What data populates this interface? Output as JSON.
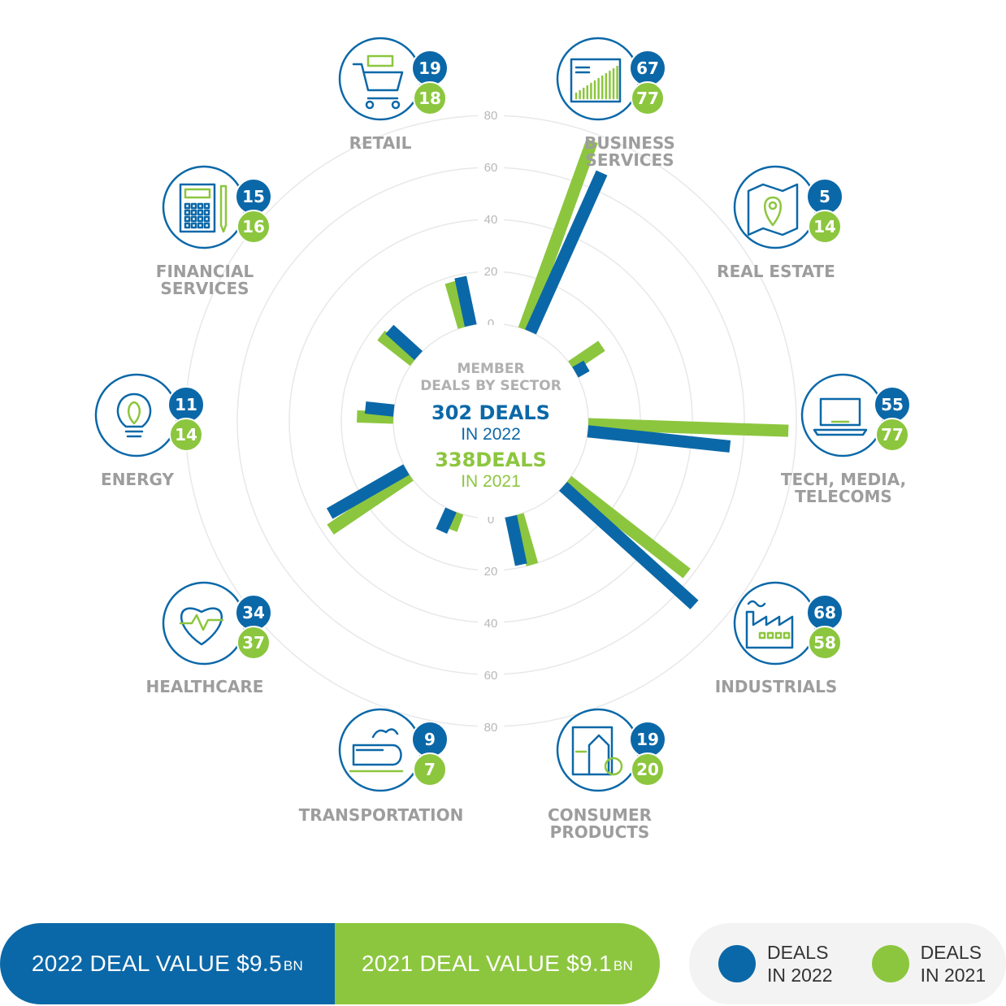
{
  "colors": {
    "y2022": "#0b68a8",
    "y2021": "#8cc63e",
    "label": "#9d9d9d",
    "grid": "#e8e8e8"
  },
  "center": {
    "line1": "MEMBER",
    "line2": "DEALS BY SECTOR",
    "deals_2022": "302 DEALS",
    "in_2022": "IN 2022",
    "deals_2021": "338DEALS",
    "in_2021": "IN 2021"
  },
  "chart_data": {
    "type": "bar",
    "subtype": "radial-grouped-bar",
    "categories": [
      "RETAIL",
      "BUSINESS SERVICES",
      "REAL ESTATE",
      "TECH, MEDIA, TELECOMS",
      "INDUSTRIALS",
      "CONSUMER PRODUCTS",
      "TRANSPORTATION",
      "HEALTHCARE",
      "ENERGY",
      "FINANCIAL SERVICES"
    ],
    "series": [
      {
        "name": "DEALS IN 2022",
        "values": [
          19,
          67,
          5,
          55,
          68,
          19,
          9,
          34,
          11,
          15
        ]
      },
      {
        "name": "DEALS IN 2021",
        "values": [
          18,
          77,
          14,
          77,
          58,
          20,
          7,
          37,
          14,
          16
        ]
      }
    ],
    "radial_ticks_top": [
      "0",
      "20",
      "40",
      "60",
      "80"
    ],
    "radial_ticks_bottom": [
      "0",
      "20",
      "40",
      "60",
      "80"
    ],
    "rlim": [
      0,
      80
    ],
    "grid": true,
    "legend_placement": "bottom-right"
  },
  "sectors": [
    {
      "label_lines": [
        "RETAIL"
      ],
      "icon": "shopping-cart-icon",
      "v2022": "19",
      "v2021": "18"
    },
    {
      "label_lines": [
        "BUSINESS",
        "SERVICES"
      ],
      "icon": "growth-chart-icon",
      "v2022": "67",
      "v2021": "77"
    },
    {
      "label_lines": [
        "REAL ESTATE"
      ],
      "icon": "map-pin-icon",
      "v2022": "5",
      "v2021": "14"
    },
    {
      "label_lines": [
        "TECH, MEDIA,",
        "TELECOMS"
      ],
      "icon": "laptop-icon",
      "v2022": "55",
      "v2021": "77"
    },
    {
      "label_lines": [
        "INDUSTRIALS"
      ],
      "icon": "factory-icon",
      "v2022": "68",
      "v2021": "58"
    },
    {
      "label_lines": [
        "CONSUMER",
        "PRODUCTS"
      ],
      "icon": "grocery-icon",
      "v2022": "19",
      "v2021": "20"
    },
    {
      "label_lines": [
        "TRANSPORTATION"
      ],
      "icon": "train-icon",
      "v2022": "9",
      "v2021": "7"
    },
    {
      "label_lines": [
        "HEALTHCARE"
      ],
      "icon": "heart-pulse-icon",
      "v2022": "34",
      "v2021": "37"
    },
    {
      "label_lines": [
        "ENERGY"
      ],
      "icon": "lightbulb-leaf-icon",
      "v2022": "11",
      "v2021": "14"
    },
    {
      "label_lines": [
        "FINANCIAL",
        "SERVICES"
      ],
      "icon": "calculator-icon",
      "v2022": "15",
      "v2021": "16"
    }
  ],
  "deal_value": {
    "y2022_text": "2022 DEAL VALUE $9.5",
    "y2022_unit": "BN",
    "y2021_text": "2021 DEAL VALUE $9.1",
    "y2021_unit": "BN"
  },
  "legend": {
    "y2022_line1": "DEALS",
    "y2022_line2": "IN 2022",
    "y2021_line1": "DEALS",
    "y2021_line2": "IN 2021"
  }
}
